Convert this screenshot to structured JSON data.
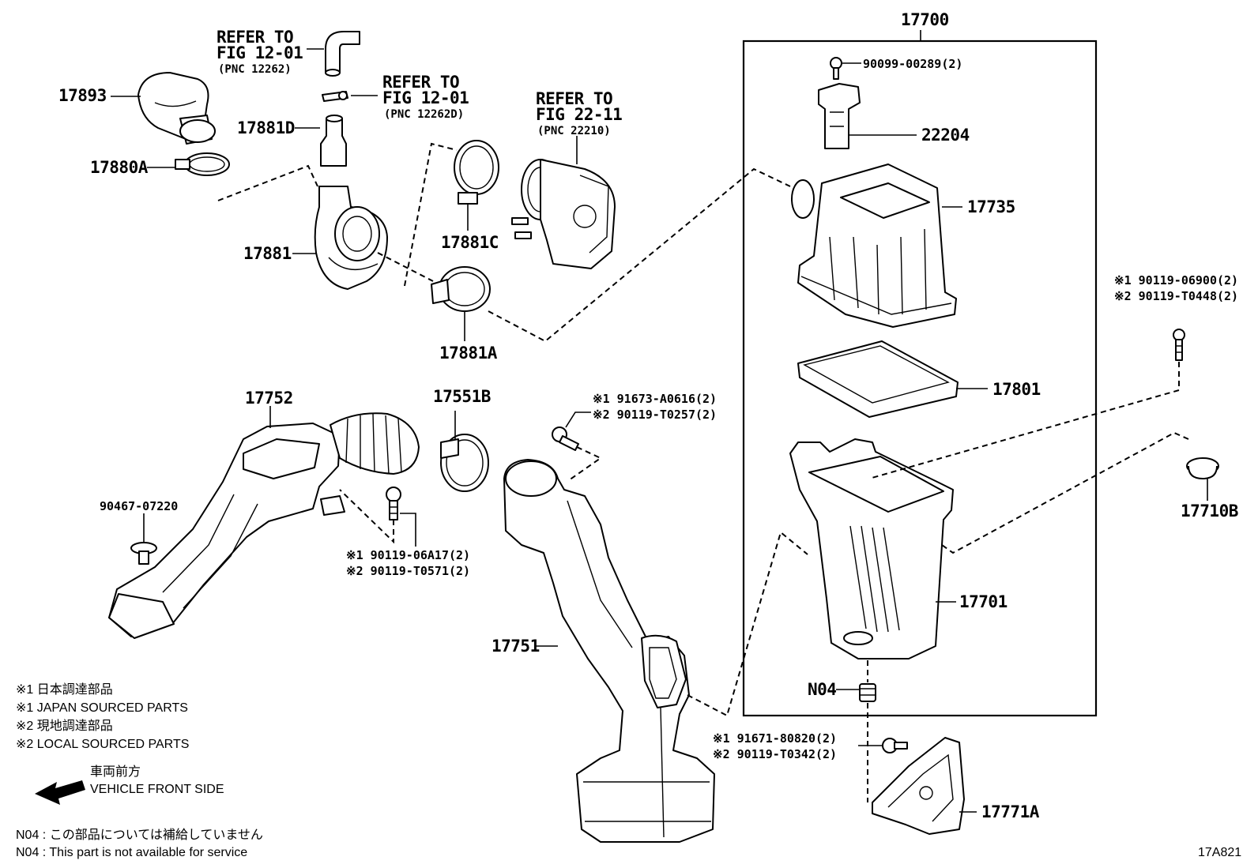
{
  "diagram_id": "17A821",
  "assembly": {
    "number": "17700"
  },
  "parts": {
    "p17893": "17893",
    "p17881D": "17881D",
    "p17880A": "17880A",
    "p17881": "17881",
    "p17881C": "17881C",
    "p17881A": "17881A",
    "p22204": "22204",
    "p17735": "17735",
    "p17801": "17801",
    "p17701": "17701",
    "p17752": "17752",
    "p17551B": "17551B",
    "p17751": "17751",
    "p17710B": "17710B",
    "p17771A": "17771A",
    "pN04": "N04",
    "p90467": "90467-07220",
    "p90099": "90099-00289(2)"
  },
  "dual_parts": {
    "a1": "※1 90119-06900(2)",
    "a2": "※2 90119-T0448(2)",
    "b1": "※1 91673-A0616(2)",
    "b2": "※2 90119-T0257(2)",
    "c1": "※1 90119-06A17(2)",
    "c2": "※2 90119-T0571(2)",
    "d1": "※1 91671-80820(2)",
    "d2": "※2 90119-T0342(2)"
  },
  "references": {
    "r1": {
      "l1": "REFER TO",
      "l2": "FIG 12-01",
      "l3": "(PNC 12262)"
    },
    "r2": {
      "l1": "REFER TO",
      "l2": "FIG 12-01",
      "l3": "(PNC 12262D)"
    },
    "r3": {
      "l1": "REFER TO",
      "l2": "FIG 22-11",
      "l3": "(PNC 22210)"
    }
  },
  "notes": {
    "n1": "※1 日本調達部品",
    "n2": "※1 JAPAN SOURCED PARTS",
    "n3": "※2 現地調達部品",
    "n4": "※2 LOCAL SOURCED PARTS",
    "front_jp": "車両前方",
    "front_en": "VEHICLE FRONT SIDE",
    "n04_jp": "N04 : この部品については補給していません",
    "n04_en": "N04 : This part is not available for service"
  },
  "icons": {
    "front_arrow": "left-arrow-icon"
  },
  "colors": {
    "ink": "#000000",
    "paper": "#ffffff"
  }
}
